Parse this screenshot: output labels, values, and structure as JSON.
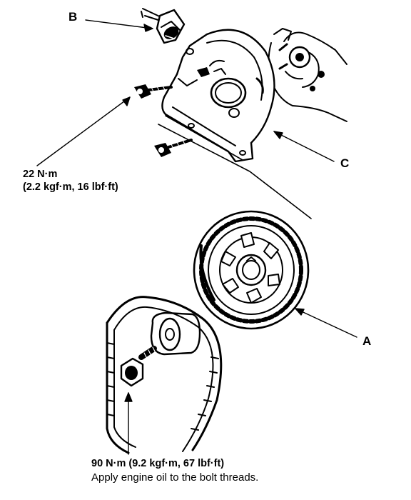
{
  "callouts": {
    "b": "B",
    "c": "C",
    "a": "A"
  },
  "torque_upper": {
    "line1": "22 N·m",
    "line2": "(2.2 kgf·m, 16 lbf·ft)"
  },
  "torque_lower": {
    "line1": "90 N·m (9.2 kgf·m, 67 lbf·ft)",
    "line2": "Apply engine oil to the bolt threads."
  }
}
